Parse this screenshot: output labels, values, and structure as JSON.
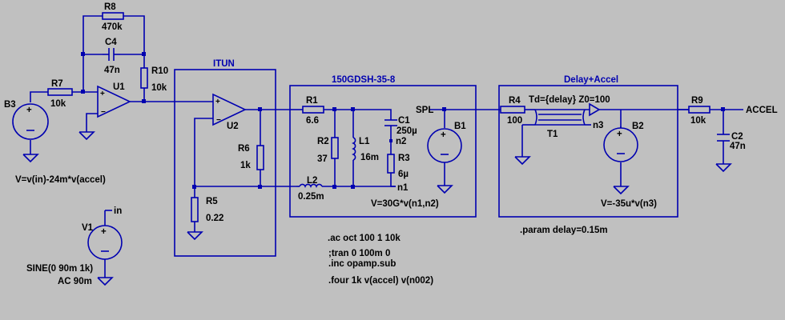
{
  "blocks": {
    "itun": "ITUN",
    "driver": "150GDSH-35-8",
    "delay": "Delay+Accel"
  },
  "components": {
    "R8": {
      "ref": "R8",
      "value": "470k"
    },
    "C4": {
      "ref": "C4",
      "value": "47n"
    },
    "R7": {
      "ref": "R7",
      "value": "10k"
    },
    "U1": {
      "ref": "U1"
    },
    "R10": {
      "ref": "R10",
      "value": "10k"
    },
    "B3": {
      "ref": "B3",
      "expr": "V=v(in)-24m*v(accel)"
    },
    "U2": {
      "ref": "U2"
    },
    "R6": {
      "ref": "R6",
      "value": "1k"
    },
    "R5": {
      "ref": "R5",
      "value": "0.22"
    },
    "R1": {
      "ref": "R1",
      "value": "6.6"
    },
    "R2": {
      "ref": "R2",
      "value": "37"
    },
    "L1": {
      "ref": "L1",
      "value": "16m"
    },
    "C1": {
      "ref": "C1",
      "value": "250µ"
    },
    "R3": {
      "ref": "R3",
      "value": "6µ"
    },
    "L2": {
      "ref": "L2",
      "value": "0.25m"
    },
    "B1": {
      "ref": "B1",
      "expr": "V=30G*v(n1,n2)"
    },
    "R4": {
      "ref": "R4",
      "value": "100"
    },
    "T1": {
      "ref": "T1",
      "params": "Td={delay} Z0=100"
    },
    "B2": {
      "ref": "B2",
      "expr": "V=-35u*v(n3)"
    },
    "R9": {
      "ref": "R9",
      "value": "10k"
    },
    "C2": {
      "ref": "C2",
      "value": "47n"
    },
    "V1": {
      "ref": "V1",
      "sine": "SINE(0 90m 1k)",
      "ac": "AC 90m"
    }
  },
  "nets": {
    "in": "in",
    "spl": "SPL",
    "n1": "n1",
    "n2": "n2",
    "n3": "n3",
    "accel": "ACCEL"
  },
  "directives": {
    "ac": ".ac oct 100 1 10k",
    "tran": ";tran 0 100m 0",
    "inc": ".inc opamp.sub",
    "four": ".four 1k v(accel) v(n002)",
    "param": ".param delay=0.15m"
  }
}
